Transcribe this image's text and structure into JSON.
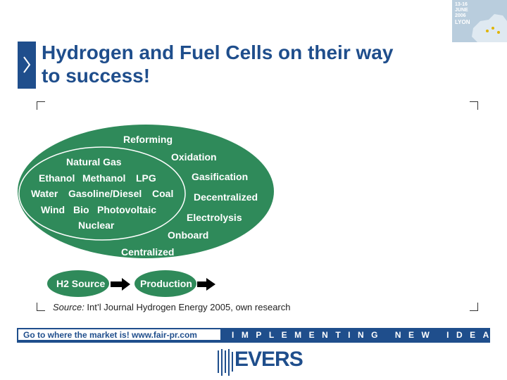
{
  "header": {
    "title_line1": "Hydrogen and Fuel Cells on their way",
    "title_line2": "to success!"
  },
  "event_badge": {
    "date_line1": "13-16",
    "date_line2": "JUNE",
    "date_line3": "2006",
    "city": "LYON"
  },
  "diagram": {
    "outer_labels": [
      "Reforming",
      "Oxidation",
      "Gasification",
      "Decentralized",
      "Electrolysis",
      "Onboard",
      "Centralized"
    ],
    "inner_lines": [
      [
        "Natural Gas"
      ],
      [
        "Ethanol",
        "Methanol",
        "LPG"
      ],
      [
        "Water",
        "Gasoline/Diesel",
        "Coal"
      ],
      [
        "Wind",
        "Bio",
        "Photovoltaic"
      ],
      [
        "Nuclear"
      ]
    ],
    "legend": {
      "source_label": "H2 Source",
      "production_label": "Production"
    },
    "colors": {
      "ellipse_fill": "#2f8a5a",
      "ellipse_outline": "#ffffff",
      "arrow": "#000000"
    }
  },
  "source_note": {
    "prefix": "Source:",
    "text": " Int’l Journal Hydrogen Energy 2005, own research"
  },
  "footer": {
    "banner_left": "Go to where the market is!   www.fair-pr.com",
    "banner_right": "IMPLEMENTING NEW IDEAS",
    "logo_text": "EVERS"
  },
  "colors": {
    "brand_blue": "#1f4e8c",
    "green": "#2f8a5a"
  }
}
